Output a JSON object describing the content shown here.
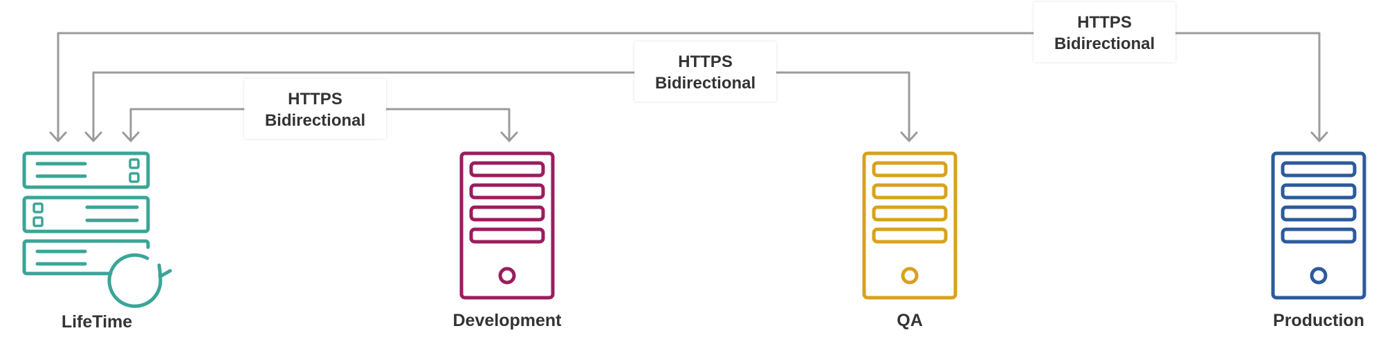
{
  "colors": {
    "connector": "#9b9b9b",
    "lifetime": "#3aa597",
    "development": "#9b1d5e",
    "qa": "#d9a21c",
    "production": "#2c5a9c",
    "text": "#333333"
  },
  "environments": [
    {
      "id": "lifetime",
      "label": "LifeTime",
      "icon": "server-stack-refresh-icon"
    },
    {
      "id": "development",
      "label": "Development",
      "icon": "server-tower-icon"
    },
    {
      "id": "qa",
      "label": "QA",
      "icon": "server-tower-icon"
    },
    {
      "id": "production",
      "label": "Production",
      "icon": "server-tower-icon"
    }
  ],
  "connections": [
    {
      "from": "lifetime",
      "to": "development",
      "protocol": "HTTPS",
      "direction": "Bidirectional"
    },
    {
      "from": "lifetime",
      "to": "qa",
      "protocol": "HTTPS",
      "direction": "Bidirectional"
    },
    {
      "from": "lifetime",
      "to": "production",
      "protocol": "HTTPS",
      "direction": "Bidirectional"
    }
  ]
}
